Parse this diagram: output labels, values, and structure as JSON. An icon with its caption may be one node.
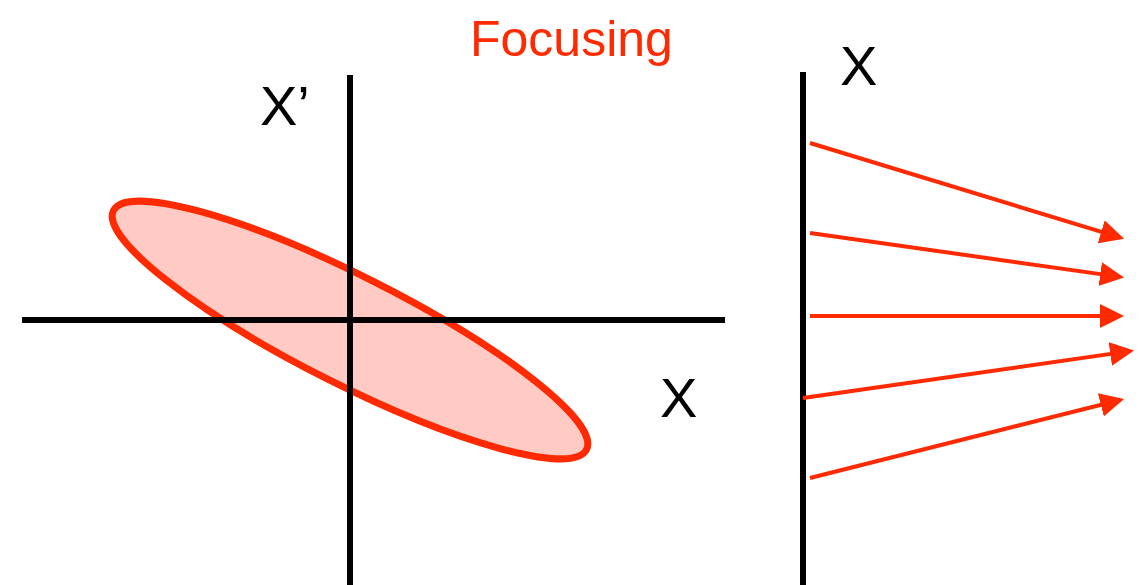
{
  "diagram": {
    "title": "Focusing",
    "labels": [
      "X’",
      "X",
      "X"
    ]
  }
}
